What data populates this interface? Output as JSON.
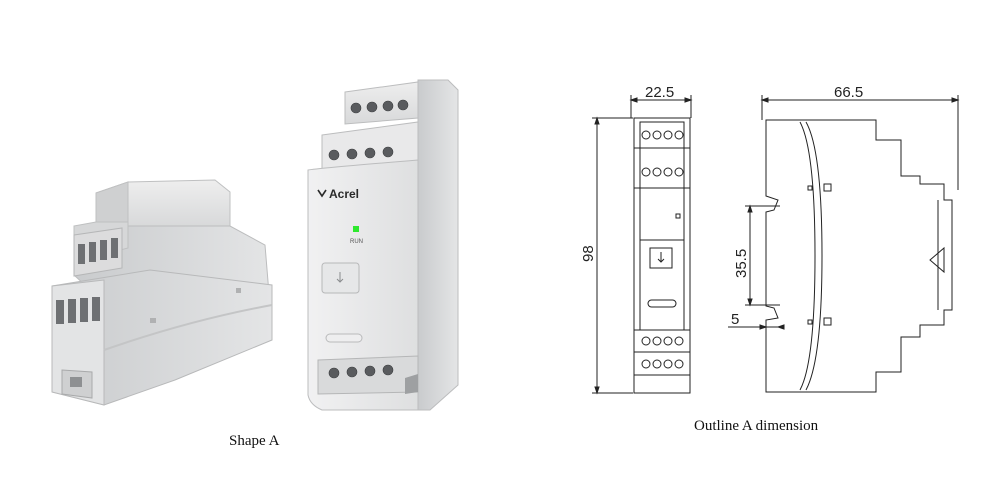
{
  "captions": {
    "left": "Shape A",
    "right": "Outline A dimension"
  },
  "device": {
    "brand": "Acrel",
    "led_label": "RUN",
    "led_color": "#2ee82e"
  },
  "dimensions": {
    "front_width": "22.5",
    "side_width": "66.5",
    "height": "98",
    "mount_span": "35.5",
    "offset": "5"
  }
}
